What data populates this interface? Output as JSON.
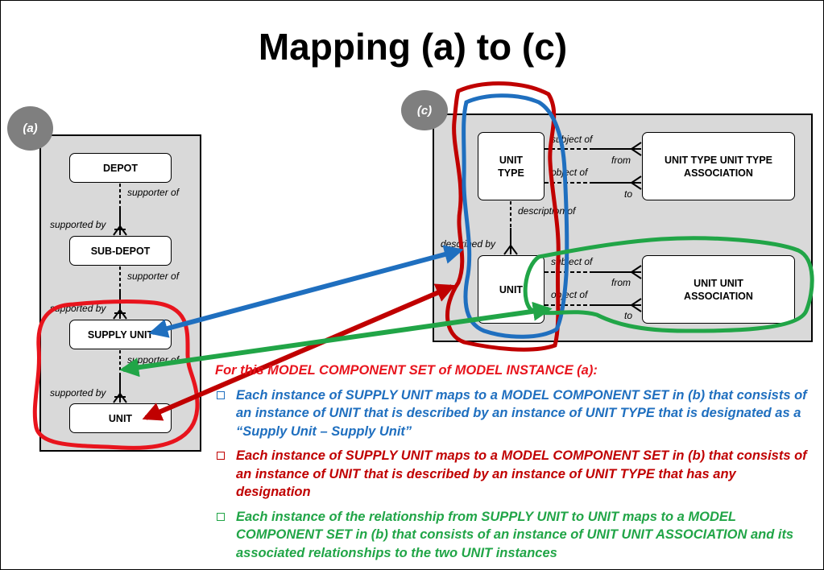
{
  "title": "Mapping (a) to (c)",
  "panel_a": {
    "badge": "(a)",
    "entities": {
      "depot": "DEPOT",
      "sub_depot": "SUB-DEPOT",
      "supply_unit": "SUPPLY UNIT",
      "unit": "UNIT"
    },
    "relationships": {
      "supporter_of_1": "supporter of",
      "supported_by_1": "supported by",
      "supporter_of_2": "supporter of",
      "supported_by_2": "supported by",
      "supporter_of_3": "supporter of",
      "supported_by_3": "supported by"
    }
  },
  "panel_c": {
    "badge": "(c)",
    "entities": {
      "unit_type": "UNIT TYPE",
      "unit": "UNIT",
      "ututa": "UNIT TYPE UNIT TYPE ASSOCIATION",
      "uua": "UNIT UNIT ASSOCIATION"
    },
    "relationships": {
      "subject_of_1": "subject of",
      "object_of_1": "object of",
      "from_1": "from",
      "to_1": "to",
      "description_of": "description of",
      "described_by": "described by",
      "subject_of_2": "subject of",
      "object_of_2": "object of",
      "from_2": "from",
      "to_2": "to"
    }
  },
  "notes": {
    "heading": "For this MODEL COMPONENT SET of MODEL INSTANCE (a):",
    "bullets": [
      "Each instance of SUPPLY UNIT maps to a MODEL COMPONENT SET in (b) that consists of an instance of UNIT that is described by an instance of UNIT TYPE that is designated as a “Supply Unit – Supply Unit”",
      "Each instance of SUPPLY UNIT maps to a MODEL COMPONENT SET in (b) that consists of an instance of UNIT that is described by an instance of UNIT TYPE that has any designation",
      "Each instance of the relationship from SUPPLY UNIT  to UNIT maps to a MODEL COMPONENT SET in (b) that consists of an instance of UNIT UNIT ASSOCIATION and its associated relationships to the two UNIT instances"
    ]
  },
  "colors": {
    "blue": "#1f6fbf",
    "red": "#c00000",
    "bright_red": "#e8141d",
    "green": "#21a547",
    "panel": "#d9d9d9",
    "badge": "#7f7f7f"
  }
}
